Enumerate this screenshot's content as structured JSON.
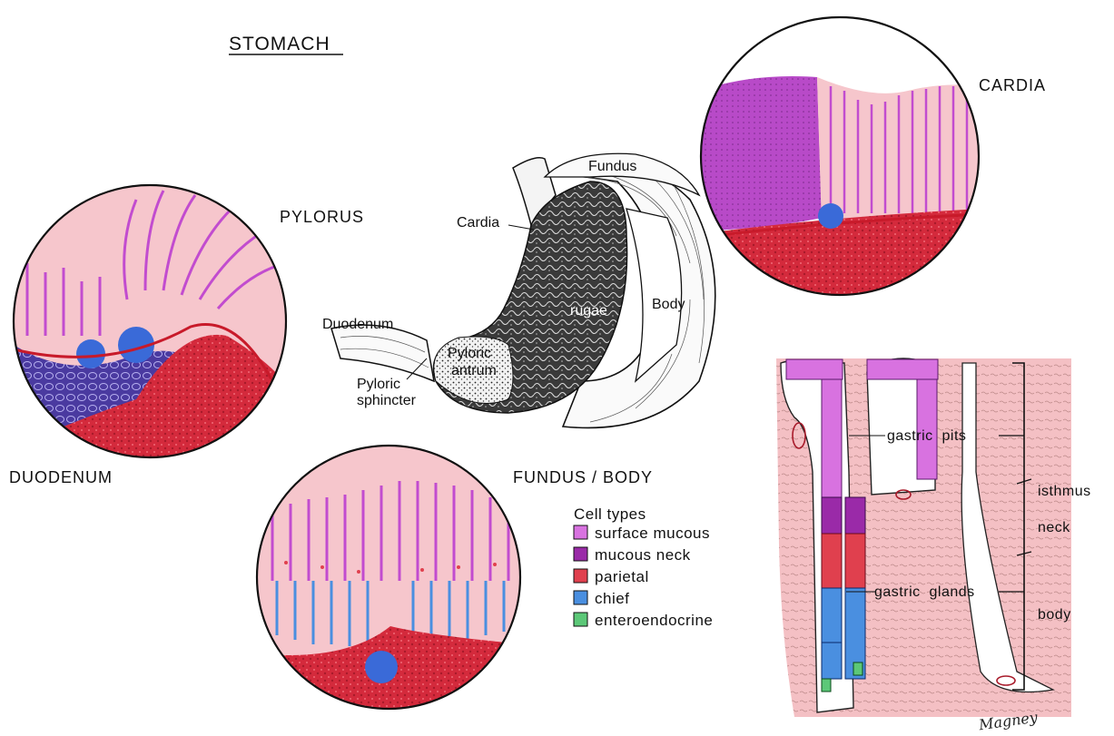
{
  "title": "STOMACH",
  "regions": {
    "pylorus": "PYLORUS",
    "duodenum": "DUODENUM",
    "cardia": "CARDIA",
    "fundus_body": "FUNDUS / BODY"
  },
  "organ_labels": {
    "fundus": "Fundus",
    "cardia": "Cardia",
    "body": "Body",
    "rugae": "rugae",
    "duodenum": "Duodenum",
    "pyloric_antrum_1": "Pyloric",
    "pyloric_antrum_2": "antrum",
    "pyloric_sphincter_1": "Pyloric",
    "pyloric_sphincter_2": "sphincter"
  },
  "legend": {
    "title": "Cell types",
    "items": [
      {
        "label": "surface mucous",
        "color": "#d872e0"
      },
      {
        "label": "mucous neck",
        "color": "#9a2aa8"
      },
      {
        "label": "parietal",
        "color": "#e0404e"
      },
      {
        "label": "chief",
        "color": "#4a8fe0"
      },
      {
        "label": "enteroendocrine",
        "color": "#5cc878"
      }
    ]
  },
  "gland_labels": {
    "gastric_pits": "gastric  pits",
    "gastric_glands": "gastric  glands",
    "isthmus": "isthmus",
    "neck": "neck",
    "body": "body"
  },
  "signature": "Magney"
}
